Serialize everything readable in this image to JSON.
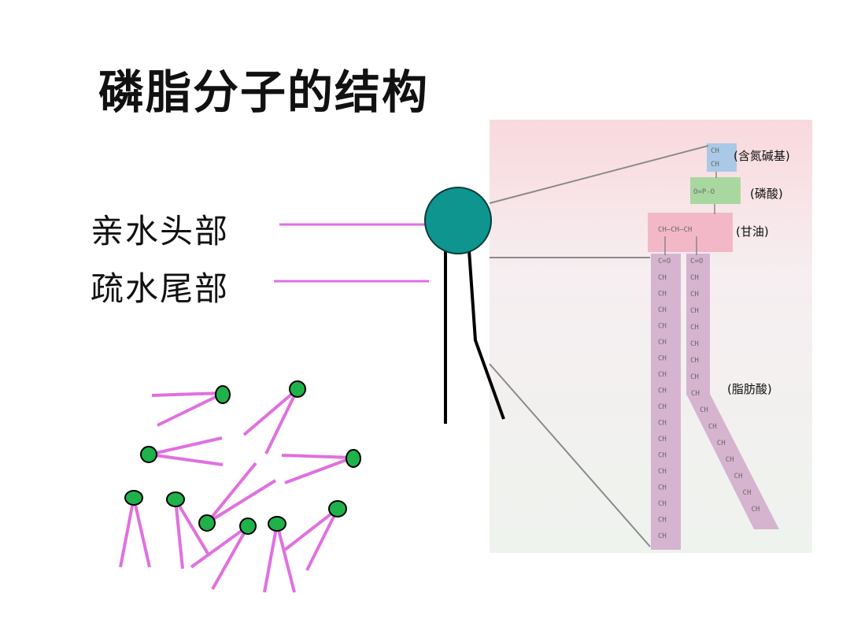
{
  "title": "磷脂分子的结构",
  "labels": {
    "hydrophilic_head": "亲水头部",
    "hydrophobic_tail": "疏水尾部"
  },
  "structure": {
    "choline": "(含氮碱基)",
    "phosphate": "(磷酸)",
    "glycerol": "(甘油)",
    "fatty_acid": "(脂肪酸)"
  },
  "colors": {
    "head": "#0e9590",
    "connector": "#e070e0",
    "mini_head": "#1fb24a",
    "choline_box": "#aac9e6",
    "phosphate_box": "#a8d8a0",
    "glycerol_box": "#f3b8c8",
    "chain_box": "#d6b4cf",
    "panel_bg": "#f3f1f0"
  }
}
